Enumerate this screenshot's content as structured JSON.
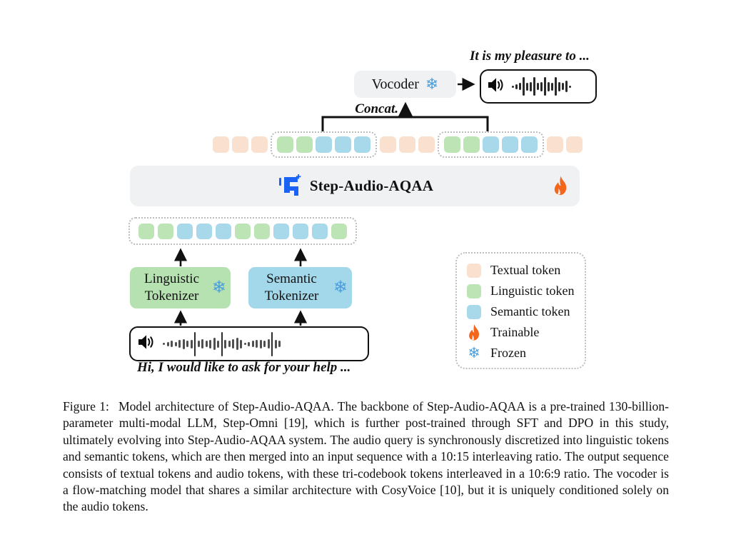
{
  "colors": {
    "textual": "#FAE0CE",
    "linguistic": "#BCE4B5",
    "semantic": "#A7D9EB",
    "linguistic-box": "#B6E1B0",
    "semantic-box": "#A3D7EA",
    "flame": "#F4661B",
    "frozen": "#4D9FDC",
    "step-blue": "#1A63F4"
  },
  "figure": {
    "output_text": "It is my pleasure to ...",
    "input_text": "Hi, I would like to ask for your help ...",
    "concat_label": "Concat.",
    "vocoder_label": "Vocoder",
    "backbone_label": "Step-Audio-AQAA",
    "linguistic_tokenizer_label": "Linguistic Tokenizer",
    "semantic_tokenizer_label": "Semantic Tokenizer"
  },
  "icons": [
    "speaker-icon",
    "waveform-icon",
    "snowflake-icon",
    "flame-icon",
    "step-logo-icon",
    "plus-icon",
    "arrow-icon"
  ],
  "tokens": {
    "output_row": [
      {
        "group": false,
        "types": [
          "textual",
          "textual",
          "textual"
        ]
      },
      {
        "group": true,
        "types": [
          "linguistic",
          "linguistic",
          "semantic",
          "semantic",
          "semantic"
        ]
      },
      {
        "group": false,
        "types": [
          "textual",
          "textual",
          "textual"
        ]
      },
      {
        "group": true,
        "types": [
          "linguistic",
          "linguistic",
          "semantic",
          "semantic",
          "semantic"
        ]
      },
      {
        "group": false,
        "types": [
          "textual",
          "textual"
        ]
      }
    ],
    "input_row": [
      "linguistic",
      "linguistic",
      "semantic",
      "semantic",
      "semantic",
      "linguistic",
      "linguistic",
      "semantic",
      "semantic",
      "semantic",
      "linguistic"
    ]
  },
  "waveforms": {
    "output_bubble": [
      3,
      7,
      10,
      26,
      11,
      13,
      26,
      10,
      13,
      26,
      13,
      11,
      26,
      13,
      10,
      16,
      3
    ],
    "input_box": [
      3,
      6,
      9,
      6,
      11,
      14,
      9,
      12,
      34,
      9,
      13,
      9,
      12,
      17,
      10,
      34,
      12,
      9,
      13,
      17,
      12,
      3,
      6,
      9,
      11,
      12,
      9,
      13,
      34,
      12,
      9
    ]
  },
  "legend": {
    "items": [
      {
        "kind": "swatch",
        "color_key": "textual",
        "label": "Textual token"
      },
      {
        "kind": "swatch",
        "color_key": "linguistic",
        "label": "Linguistic token"
      },
      {
        "kind": "swatch",
        "color_key": "semantic",
        "label": "Semantic token"
      },
      {
        "kind": "flame",
        "label": "Trainable"
      },
      {
        "kind": "snowflake",
        "label": "Frozen"
      }
    ]
  },
  "caption": {
    "label": "Figure 1:",
    "text": "Model architecture of Step-Audio-AQAA. The backbone of Step-Audio-AQAA is a pre-trained 130-billion-parameter multi-modal LLM, Step-Omni [19], which is further post-trained through SFT and DPO in this study, ultimately evolving into Step-Audio-AQAA system. The audio query is synchronously discretized into linguistic tokens and semantic tokens, which are then merged into an input sequence with a 10:15 interleaving ratio.  The output sequence consists of textual tokens and audio tokens, with these tri-codebook tokens interleaved in a 10:6:9 ratio. The vocoder is a flow-matching model that shares a similar architecture with CosyVoice [10], but it is uniquely conditioned solely on the audio tokens."
  }
}
